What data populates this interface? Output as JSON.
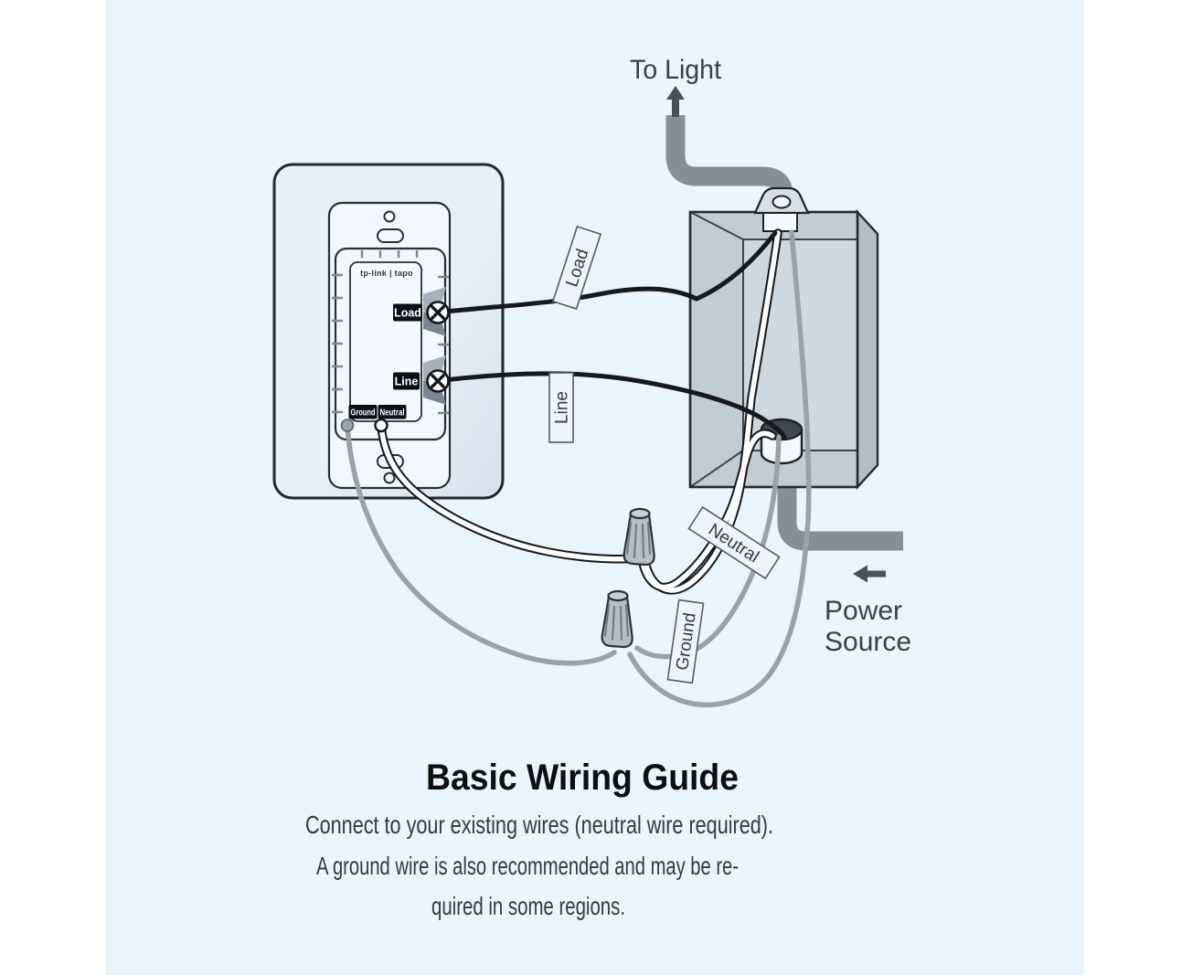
{
  "colors": {
    "canvas": "#e9f4fc",
    "page": "#ffffff",
    "wire_black": "#17191c",
    "wire_white": "#fdfeff",
    "wire_gray": "#99a1a9",
    "cable_gray": "#868e96",
    "annotation_text": "#3b4045"
  },
  "device": {
    "brand": "tp-link | tapo",
    "terminal_load": "Load",
    "terminal_line": "Line",
    "terminal_ground": "Ground",
    "terminal_neutral": "Neutral"
  },
  "wire_tags": {
    "load": "Load",
    "line": "Line",
    "neutral": "Neutral",
    "ground": "Ground"
  },
  "annotations": {
    "to_light": "To Light",
    "power_line1": "Power",
    "power_line2": "Source"
  },
  "caption": {
    "title": "Basic Wiring Guide",
    "line1": "Connect to your existing wires (neutral wire required).",
    "line2": "A ground wire is also recommended and may be re-",
    "line3": "quired in some regions."
  }
}
